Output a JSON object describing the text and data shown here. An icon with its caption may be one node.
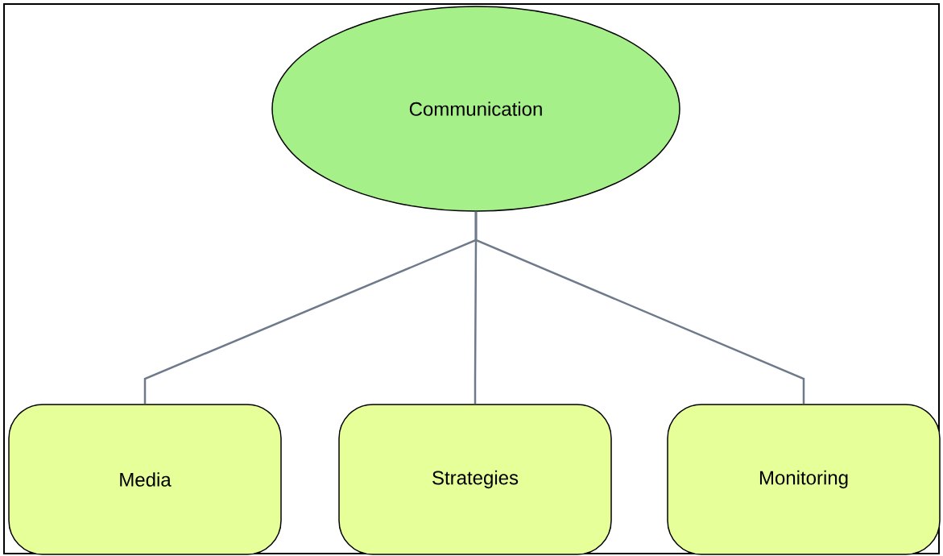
{
  "diagram": {
    "nodes": [
      {
        "text": [
          "Communication"
        ]
      },
      {
        "text": [
          "Media"
        ]
      },
      {
        "text": [
          "Strategies"
        ]
      },
      {
        "text": [
          "Monitoring"
        ]
      }
    ],
    "edges": [
      {
        "from": 0,
        "to": 1,
        "arrow": "none"
      },
      {
        "from": 0,
        "to": 2,
        "arrow": "none"
      },
      {
        "from": 0,
        "to": 3,
        "arrow": "none"
      }
    ]
  }
}
